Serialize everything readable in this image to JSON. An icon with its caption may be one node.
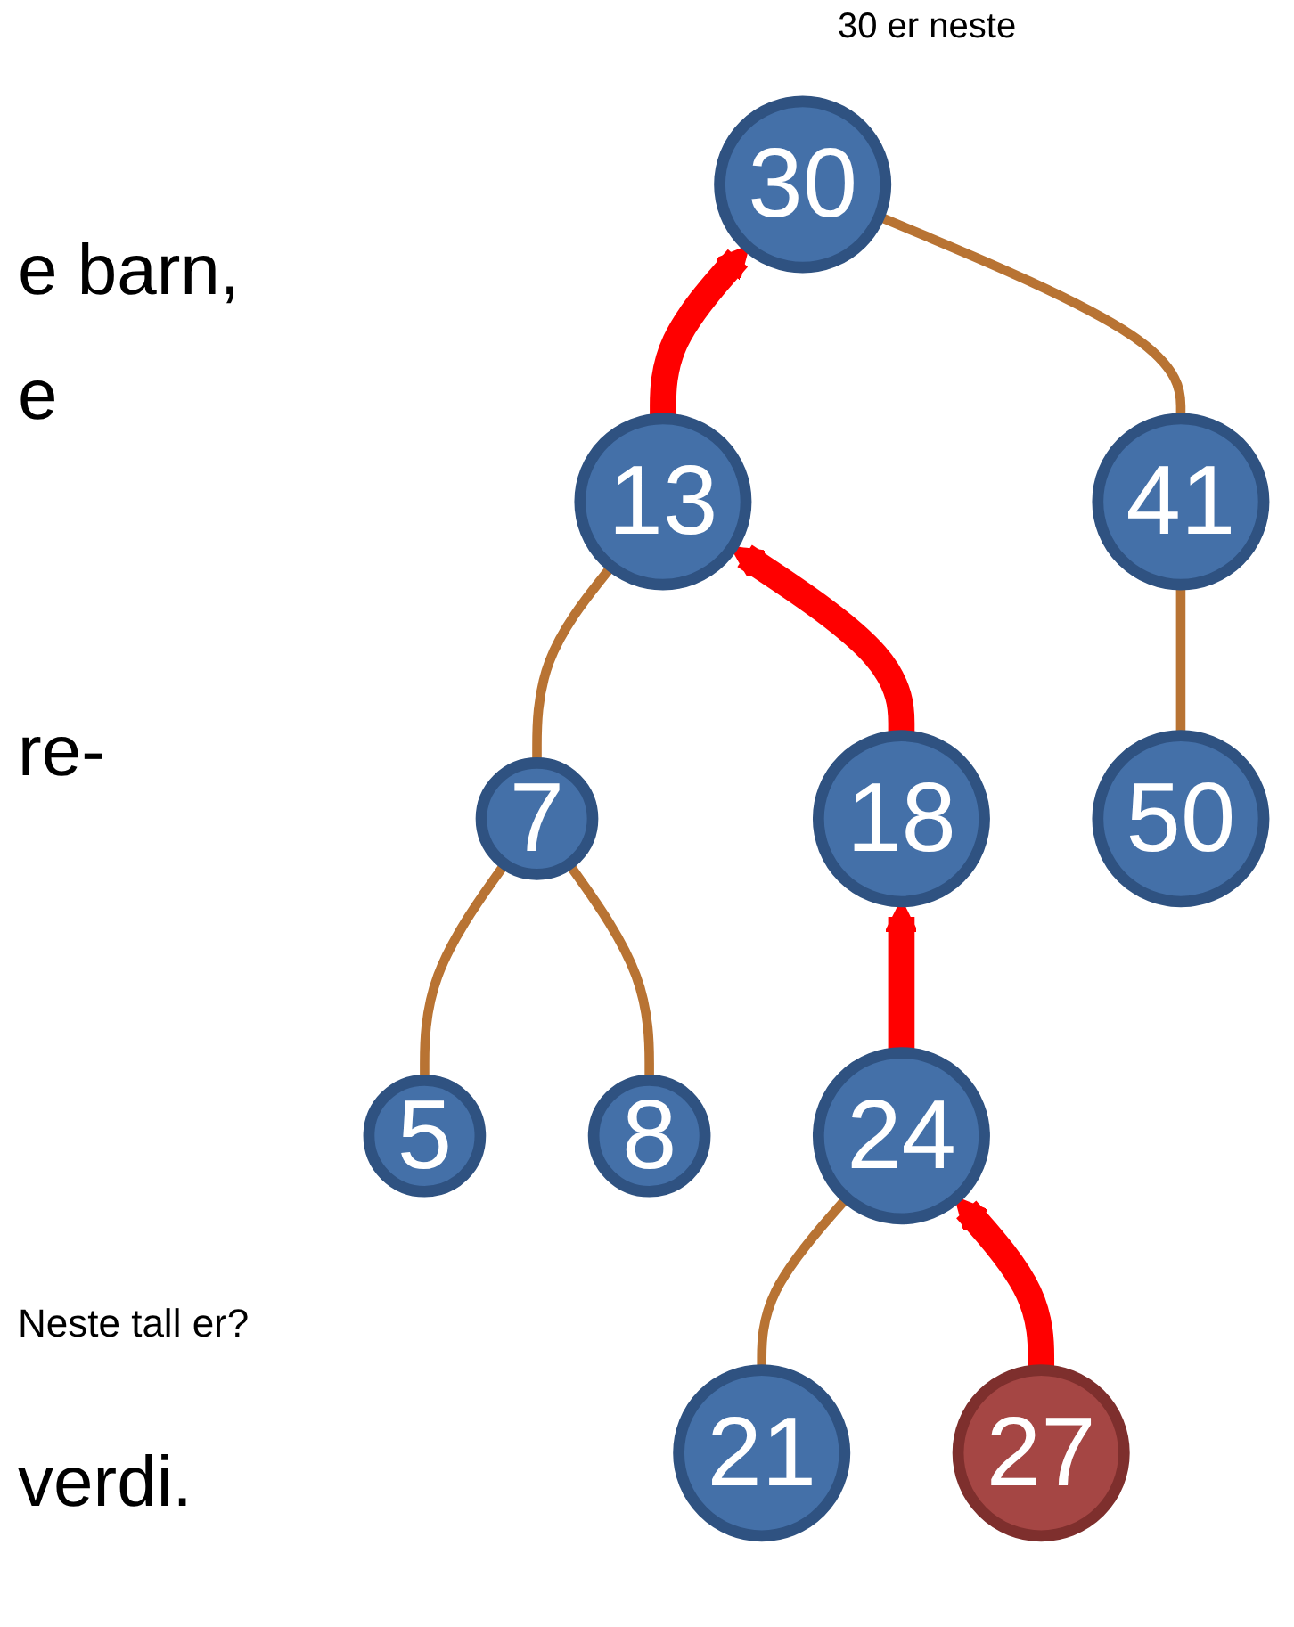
{
  "diagram": {
    "nodes": [
      {
        "text": [
          "30"
        ]
      },
      {
        "text": [
          "13"
        ]
      },
      {
        "text": [
          "41"
        ]
      },
      {
        "text": [
          "7"
        ]
      },
      {
        "text": [
          "18"
        ]
      },
      {
        "text": [
          "50"
        ]
      },
      {
        "text": [
          "5"
        ]
      },
      {
        "text": [
          "8"
        ]
      },
      {
        "text": [
          "24"
        ]
      },
      {
        "text": [
          "21"
        ]
      },
      {
        "text": [
          "27"
        ]
      }
    ],
    "edges": [
      {
        "from": 1,
        "to": 0,
        "arrow": "to",
        "style": "thick",
        "color": "#ff0000"
      },
      {
        "from": 2,
        "to": 0,
        "arrow": "none"
      },
      {
        "from": 3,
        "to": 1,
        "arrow": "none"
      },
      {
        "from": 4,
        "to": 1,
        "arrow": "to",
        "style": "thick",
        "color": "#ff0000"
      },
      {
        "from": 5,
        "to": 2,
        "arrow": "none"
      },
      {
        "from": 6,
        "to": 3,
        "arrow": "none"
      },
      {
        "from": 7,
        "to": 3,
        "arrow": "none"
      },
      {
        "from": 8,
        "to": 4,
        "arrow": "to",
        "style": "thick",
        "color": "#ff0000"
      },
      {
        "from": 9,
        "to": 8,
        "arrow": "none"
      },
      {
        "from": 10,
        "to": 8,
        "arrow": "to",
        "style": "thick",
        "color": "#ff0000"
      }
    ],
    "labels": [
      "30 er neste",
      "e barn,",
      "e",
      "re-",
      "Neste tall er?",
      "verdi."
    ]
  }
}
